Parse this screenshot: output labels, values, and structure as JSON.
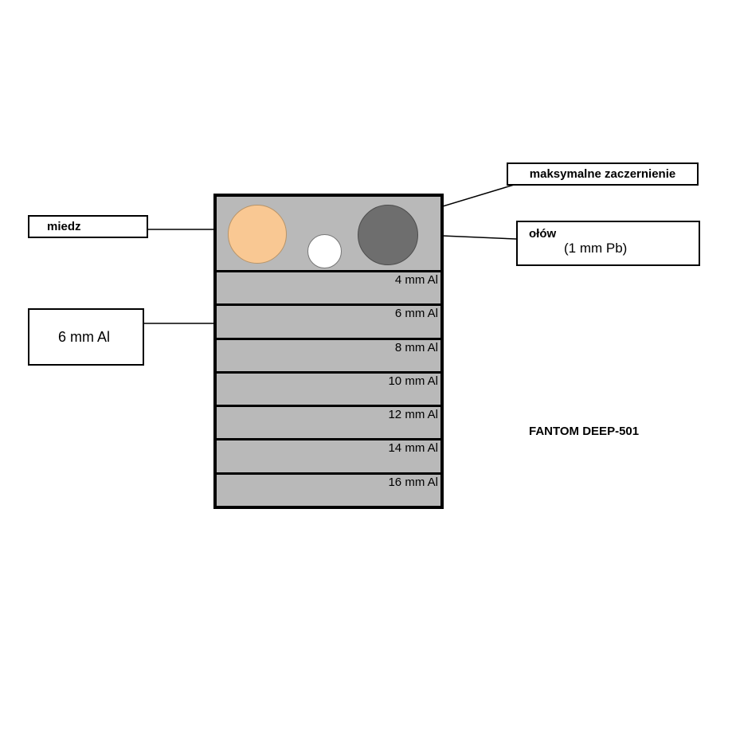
{
  "title": "FANTOM DEEP-501",
  "callouts": {
    "copper_label": "miedz",
    "max_blackening_label": "maksymalne zaczernienie",
    "lead_label": "ołów",
    "lead_sublabel": "(1 mm Pb)",
    "al_step_label": "6 mm Al"
  },
  "phantom": {
    "steps": [
      "4 mm Al",
      "6 mm Al",
      "8 mm Al",
      "10 mm Al",
      "12 mm Al",
      "14 mm Al",
      "16 mm Al"
    ]
  },
  "colors": {
    "phantom_gray": "#b9b9b9",
    "copper_disc": "#f9c893",
    "lead_disc": "#6e6e6e",
    "spot_white": "#ffffff"
  }
}
